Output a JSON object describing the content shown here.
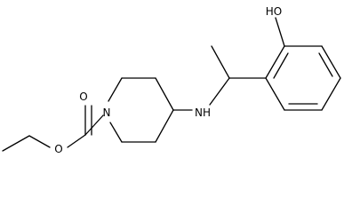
{
  "molecule": {
    "atoms": {
      "carbonyl_oxygen": "O",
      "ester_oxygen": "O",
      "ring_nitrogen": "N",
      "amine": "NH",
      "hydroxyl": "HO"
    },
    "colors": {
      "bond": "#000000",
      "label": "#000000",
      "background": "#ffffff"
    }
  }
}
